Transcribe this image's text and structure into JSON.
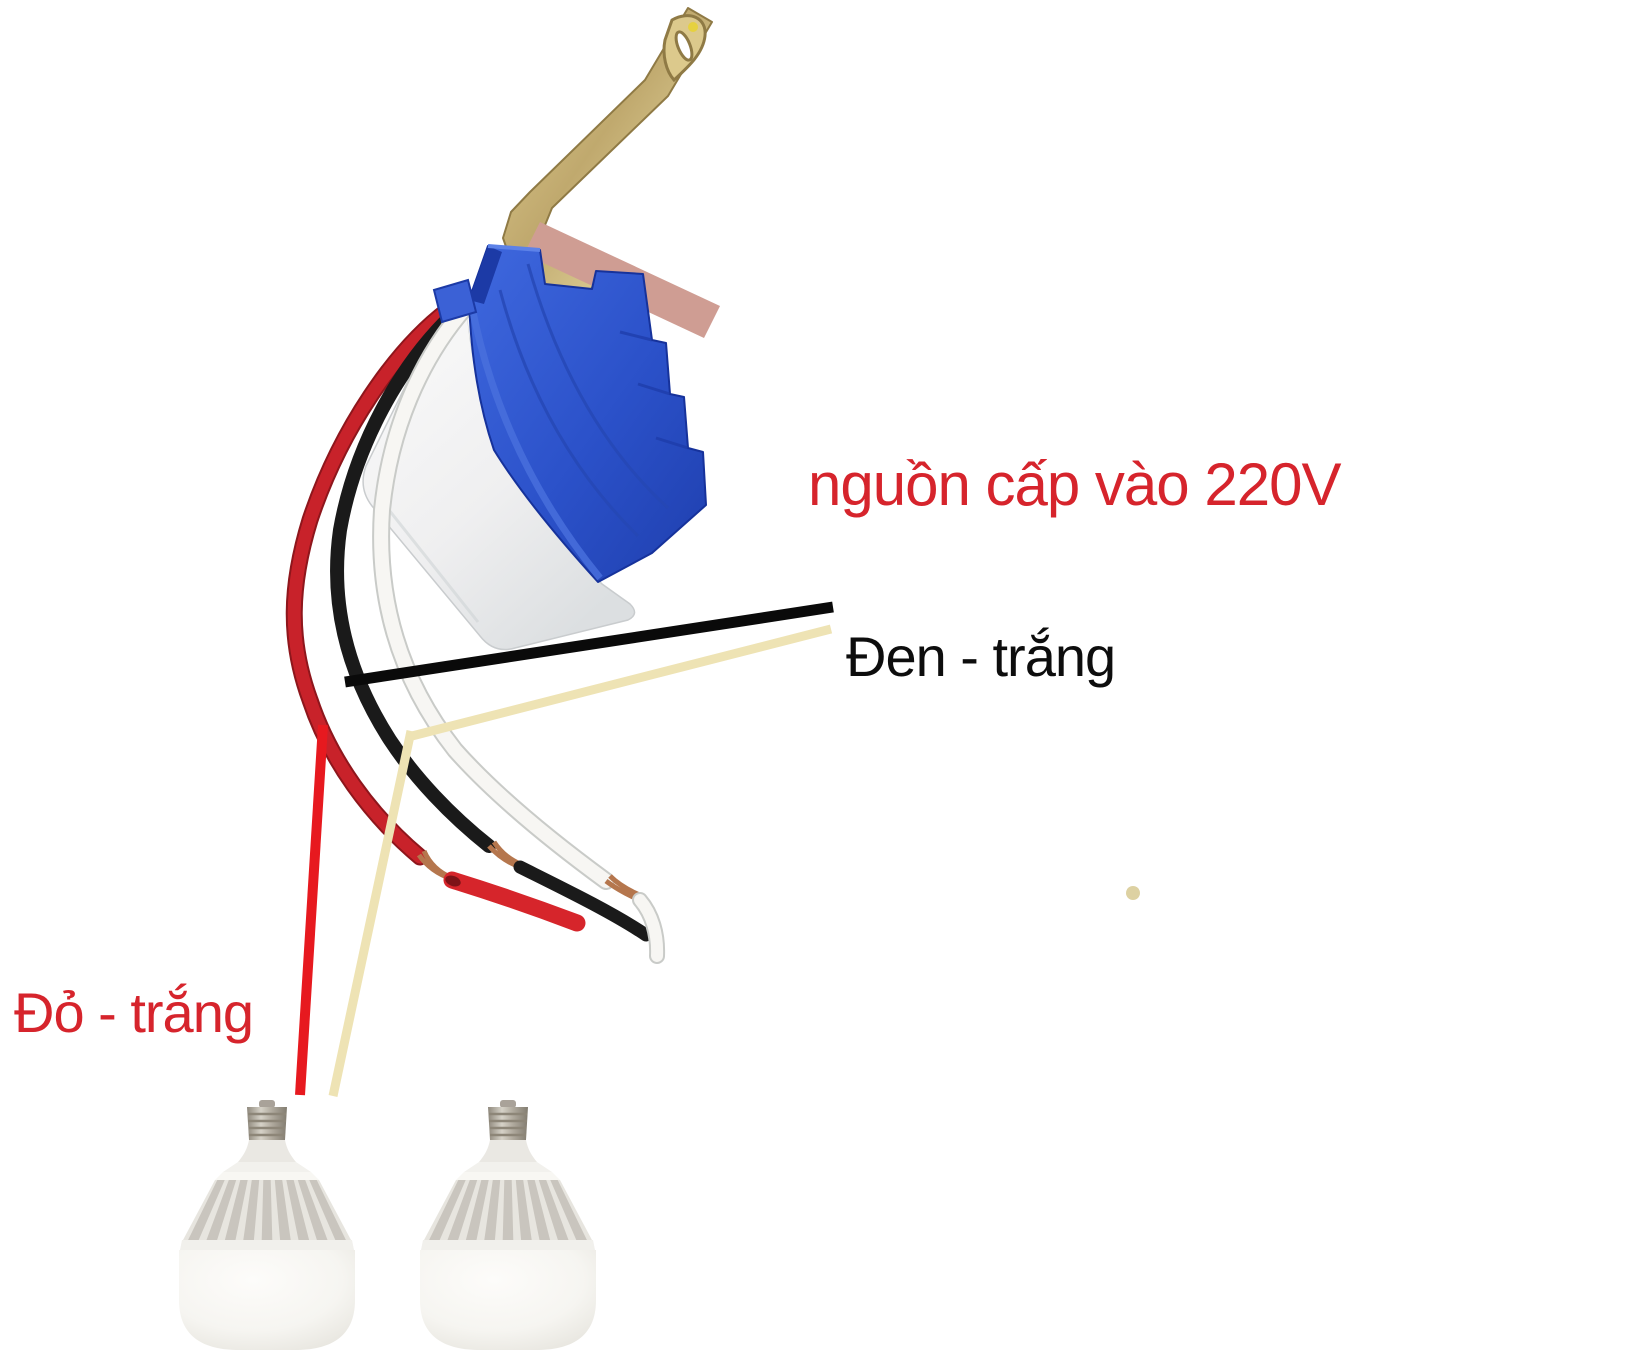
{
  "diagram": {
    "labels": {
      "power": "nguồn cấp vào 220V",
      "black_white": "Đen - trắng",
      "red_white": "Đỏ - trắng"
    },
    "colors": {
      "label_red": "#d6242c",
      "label_black": "#0d0d0d",
      "annotation_black": "#0a0a0a",
      "annotation_cream": "#eee3b4",
      "annotation_red": "#e7191f",
      "wire_red": "#c8222a",
      "wire_black": "#1a1a1a",
      "wire_white": "#f7f6f3",
      "wire_white_edge": "#c9cbc8",
      "copper": "#b5764d",
      "red_sleeve": "#d6252b",
      "sensor_blue": "#2d53cb",
      "bracket_brass": "#c5ae72"
    }
  }
}
